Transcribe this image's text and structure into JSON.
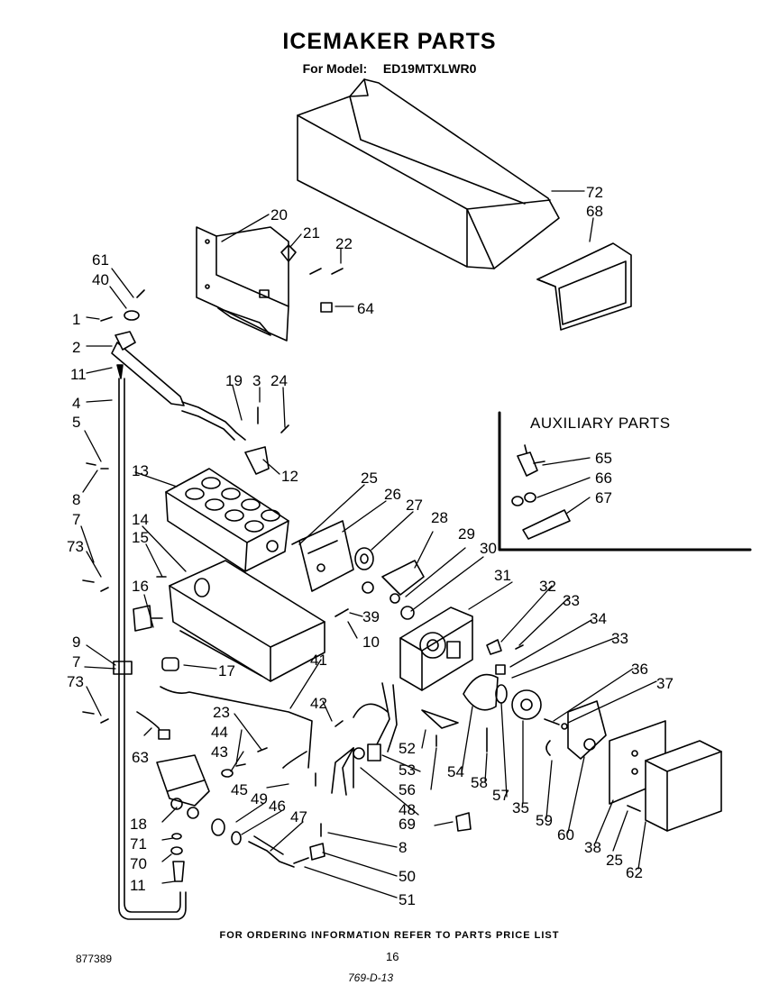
{
  "header": {
    "title": "ICEMAKER PARTS",
    "model_label": "For Model:",
    "model": "ED19MTXLWR0"
  },
  "auxiliary": {
    "title": "AUXILIARY PARTS"
  },
  "footer": {
    "ordering_info": "FOR ORDERING INFORMATION REFER TO PARTS PRICE LIST",
    "doc_number": "877389",
    "page_number": "16",
    "stamp": "769-D-13"
  },
  "callouts": [
    "72",
    "68",
    "20",
    "21",
    "22",
    "64",
    "61",
    "40",
    "1",
    "2",
    "11",
    "4",
    "5",
    "8",
    "7",
    "73",
    "19",
    "3",
    "24",
    "12",
    "13",
    "25",
    "26",
    "27",
    "28",
    "29",
    "30",
    "14",
    "15",
    "16",
    "39",
    "10",
    "31",
    "32",
    "33",
    "34",
    "33",
    "36",
    "37",
    "9",
    "7",
    "73",
    "17",
    "41",
    "42",
    "23",
    "44",
    "43",
    "63",
    "45",
    "49",
    "46",
    "47",
    "18",
    "71",
    "70",
    "11",
    "52",
    "53",
    "56",
    "48",
    "69",
    "8",
    "50",
    "51",
    "54",
    "58",
    "57",
    "35",
    "59",
    "60",
    "38",
    "25",
    "62",
    "65",
    "66",
    "67"
  ]
}
